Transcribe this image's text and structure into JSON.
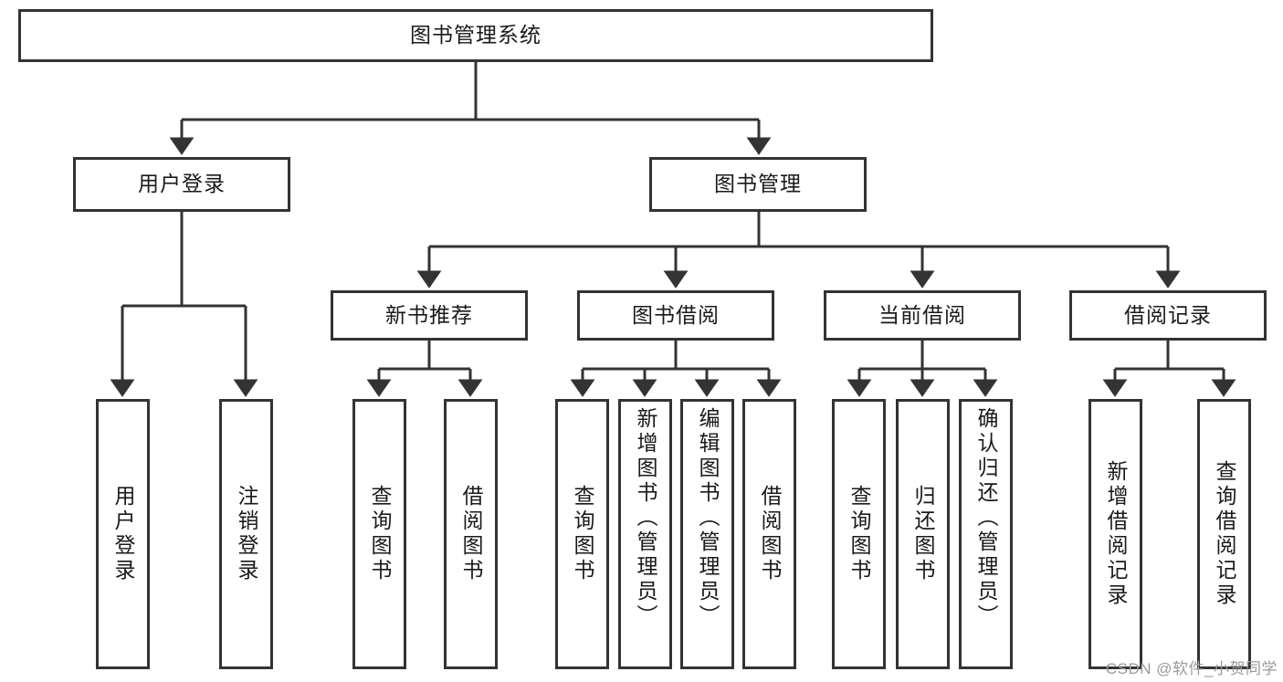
{
  "diagram": {
    "title": "图书管理系统",
    "type": "hierarchy-tree",
    "watermark": "CSDN @软件_小贺同学",
    "colors": {
      "box_border": "#333333",
      "box_fill": "#ffffff",
      "edge": "#333333",
      "text": "#1a1a1a",
      "watermark": "#9a9a9a",
      "background": "#ffffff"
    },
    "nodes": {
      "root": {
        "label": "图书管理系统"
      },
      "level2": [
        {
          "label": "用户登录"
        },
        {
          "label": "图书管理"
        }
      ],
      "level3": [
        {
          "label": "新书推荐"
        },
        {
          "label": "图书借阅"
        },
        {
          "label": "当前借阅"
        },
        {
          "label": "借阅记录"
        }
      ],
      "leaves": {
        "user_login": [
          {
            "label": "用户登录"
          },
          {
            "label": "注销登录"
          }
        ],
        "new_book_recommend": [
          {
            "label": "查询图书"
          },
          {
            "label": "借阅图书"
          }
        ],
        "book_borrow": [
          {
            "label": "查询图书"
          },
          {
            "label": "新增图书（管理员）"
          },
          {
            "label": "编辑图书（管理员）"
          },
          {
            "label": "借阅图书"
          }
        ],
        "current_borrow": [
          {
            "label": "查询图书"
          },
          {
            "label": "归还图书"
          },
          {
            "label": "确认归还（管理员）"
          }
        ],
        "borrow_record": [
          {
            "label": "新增借阅记录"
          },
          {
            "label": "查询借阅记录"
          }
        ]
      }
    }
  }
}
